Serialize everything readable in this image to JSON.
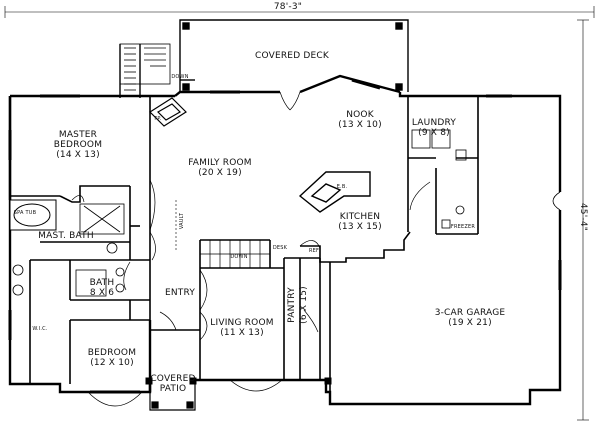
{
  "dimensions": {
    "width_total": "78'-3\"",
    "depth_total": "45'-4\""
  },
  "rooms": {
    "covered_deck": {
      "name": "COVERED DECK"
    },
    "nook": {
      "name": "NOOK",
      "size": "(13 X 10)"
    },
    "laundry": {
      "name": "LAUNDRY",
      "size": "(9 X 8)"
    },
    "master_bedroom": {
      "name": "MASTER BEDROOM",
      "name_line1": "MASTER",
      "name_line2": "BEDROOM",
      "size": "(14 X 13)"
    },
    "family_room": {
      "name": "FAMILY ROOM",
      "size": "(20 X 19)"
    },
    "kitchen": {
      "name": "KITCHEN",
      "size": "(13 X 15)"
    },
    "mast_bath": {
      "name": "MAST. BATH"
    },
    "bath": {
      "name": "BATH",
      "size": "8 X 6"
    },
    "entry": {
      "name": "ENTRY"
    },
    "living_room": {
      "name": "LIVING ROOM",
      "size": "(11 X 13)"
    },
    "pantry": {
      "name": "PANTRY",
      "size": "(6 X 15)"
    },
    "garage": {
      "name": "3-CAR GARAGE",
      "size": "(19 X 21)"
    },
    "bedroom": {
      "name": "BEDROOM",
      "size": "(12 X 10)"
    },
    "covered_patio": {
      "name": "COVERED PATIO",
      "name_line1": "COVERED",
      "name_line2": "PATIO"
    }
  },
  "annotations": {
    "down": "DOWN",
    "fireplace": "FP.",
    "eating_bar": "E.B.",
    "vault": "VAULT",
    "spa_tub": "SPA TUB",
    "walk_in_closet": "W.I.C.",
    "desk": "DESK",
    "freezer": "FREEZER",
    "ref": "REF"
  }
}
